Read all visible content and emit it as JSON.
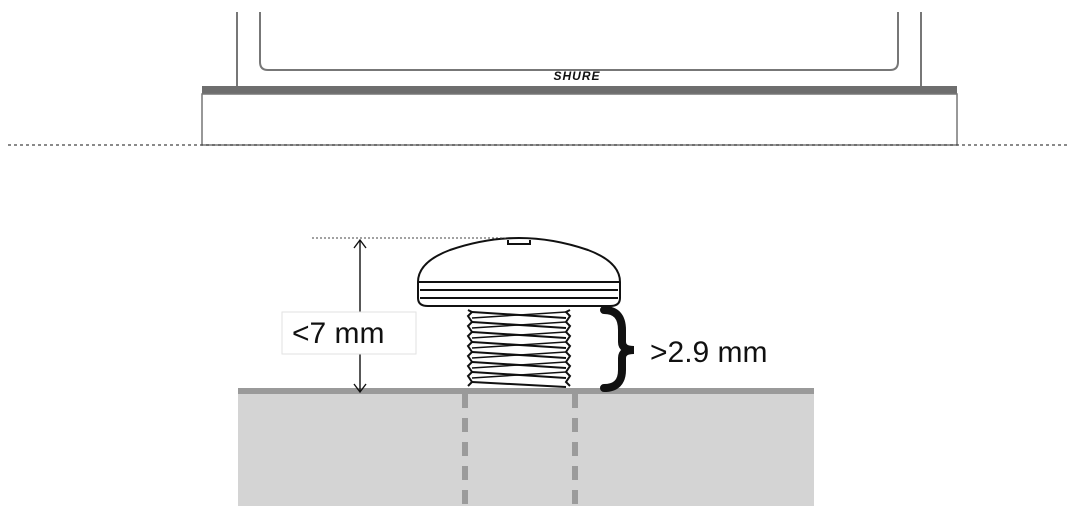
{
  "device": {
    "brand_logo": "SHURE"
  },
  "dimensions": {
    "max_screw_height": "<7 mm",
    "min_thread_length": ">2.9 mm"
  },
  "colors": {
    "outline": "#555555",
    "surface": "#d4d4d4",
    "surface_edge": "#9a9a9a",
    "hole_dash": "#9b9b9b",
    "ink": "#111111"
  }
}
